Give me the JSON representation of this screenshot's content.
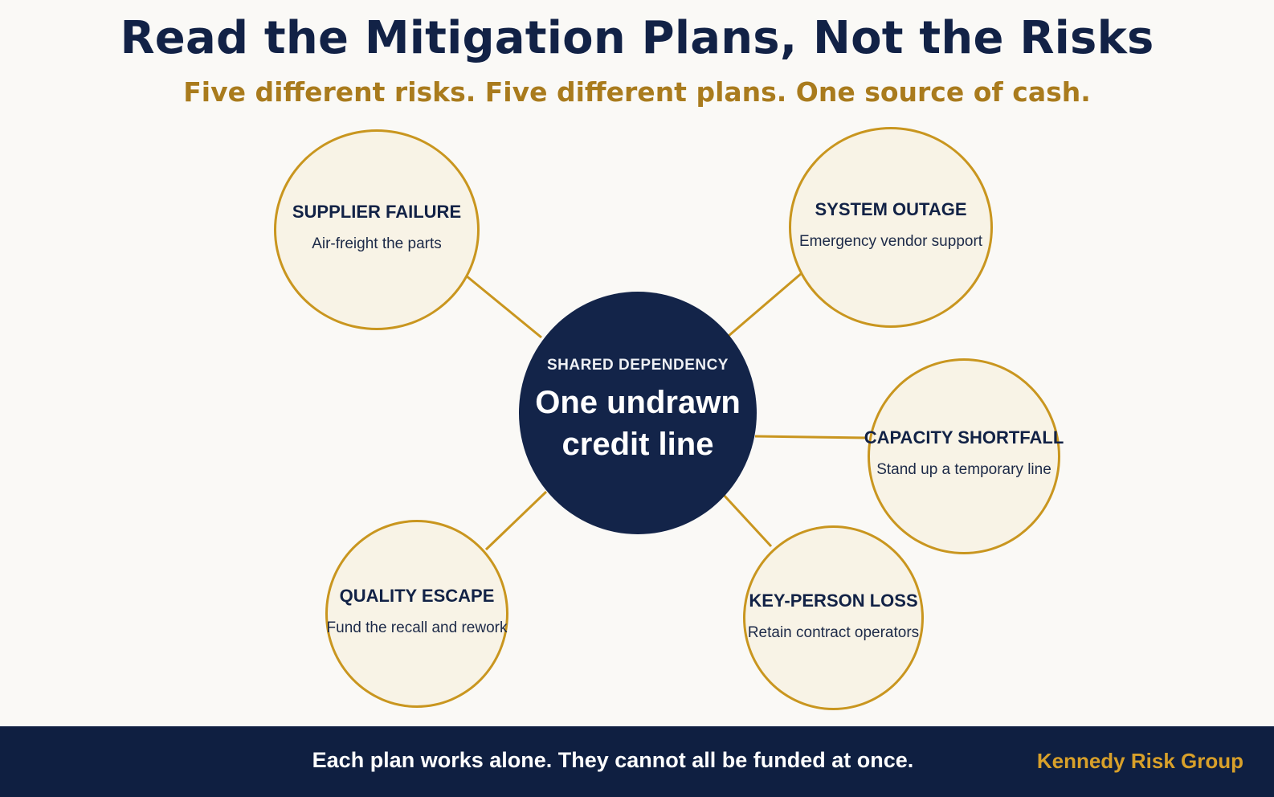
{
  "header": {
    "title": "Read the Mitigation Plans, Not the Risks",
    "subtitle": "Five different risks. Five different plans. One source of cash."
  },
  "hub": {
    "kicker": "SHARED DEPENDENCY",
    "line1": "One undrawn",
    "line2": "credit line"
  },
  "risks": [
    {
      "title": "SUPPLIER FAILURE",
      "plan": "Air-freight the parts"
    },
    {
      "title": "SYSTEM OUTAGE",
      "plan": "Emergency vendor support"
    },
    {
      "title": "CAPACITY SHORTFALL",
      "plan": "Stand up a temporary line"
    },
    {
      "title": "QUALITY ESCAPE",
      "plan": "Fund the recall and rework"
    },
    {
      "title": "KEY-PERSON LOSS",
      "plan": "Retain contract operators"
    }
  ],
  "footer": {
    "message": "Each plan works alone. They cannot all be funded at once.",
    "brand": "Kennedy Risk Group"
  },
  "colors": {
    "navy": "#122246",
    "gold": "#c9961f",
    "subtitle_gold": "#a97b1d",
    "node_fill": "#f8f3e6",
    "background": "#faf9f6"
  }
}
